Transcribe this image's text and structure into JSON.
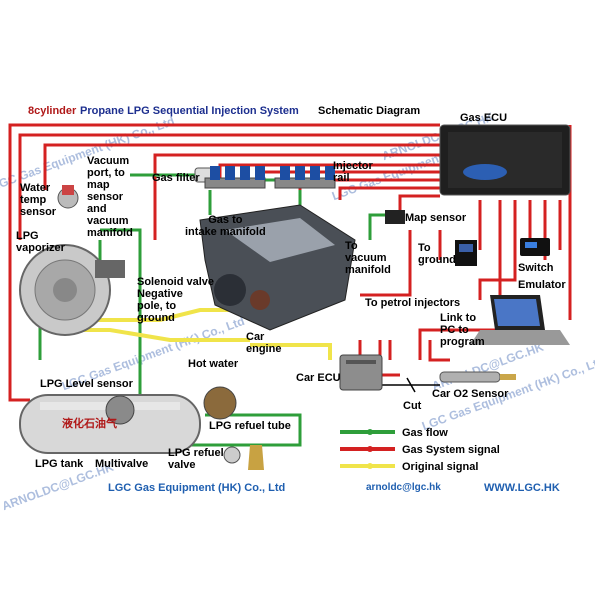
{
  "title": {
    "prefix": "8cylinder",
    "main": "Propane LPG Sequential Injection System",
    "suffix": "Schematic Diagram"
  },
  "labels": {
    "gas_ecu": "Gas ECU",
    "vacuum_port": "Vacuum\nport, to\nmap\nsensor\nand\nvacuum\nmanifold",
    "water_temp": "Water\ntemp\nsensor",
    "gas_filter": "Gas filter",
    "injector_rail": "Injector\nrail",
    "gas_to_intake": "Gas to\nintake manifold",
    "map_sensor": "Map sensor",
    "lpg_vaporizer": "LPG\nvaporizer",
    "to_vacuum_manifold": "To\nvacuum\nmanifold",
    "to_ground": "To\nground",
    "switch": "Switch",
    "emulator": "Emulator",
    "solenoid_valve": "Solenoid valve\nNegative\npole, to\nground",
    "to_petrol_injectors": "To petrol injectors",
    "link_to_pc": "Link to\nPC to\nprogram",
    "car_engine": "Car\nengine",
    "hot_water": "Hot water",
    "car_ecu": "Car ECU",
    "cut": "Cut",
    "car_o2": "Car O2 Sensor",
    "lpg_level": "LPG Level sensor",
    "lpg_refuel_tube": "LPG refuel tube",
    "lpg_tank": "LPG tank",
    "multivalve": "Multivalve",
    "lpg_refuel_valve": "LPG refuel\nvalve",
    "tank_chinese": "液化石油气"
  },
  "legend": [
    {
      "label": "Gas flow",
      "color": "#2e9e3a"
    },
    {
      "label": "Gas System signal",
      "color": "#d42121"
    },
    {
      "label": "Original signal",
      "color": "#f0e44a"
    }
  ],
  "footer": {
    "company": "LGC Gas Equipment (HK) Co., Ltd",
    "email": "arnoldc@lgc.hk",
    "web": "WWW.LGC.HK"
  },
  "watermark": {
    "company": "LGC Gas Equipment (HK) Co., Ltd",
    "email": "ARNOLDC@LGC.HK"
  },
  "colors": {
    "gas_flow": "#2e9e3a",
    "gas_signal": "#d42121",
    "original_signal": "#f0e44a",
    "title_blue": "#1d2f8f",
    "footer_blue": "#1f5fb0"
  }
}
